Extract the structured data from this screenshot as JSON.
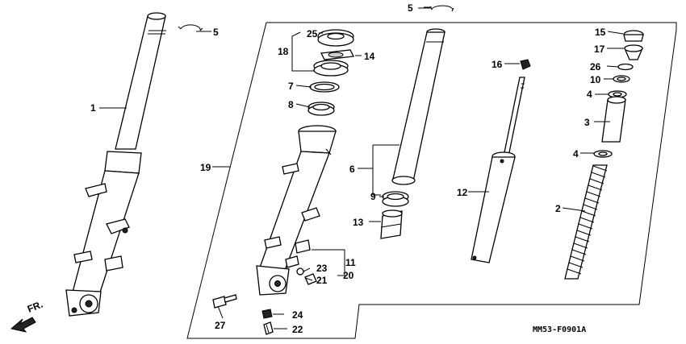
{
  "diagram": {
    "callouts": {
      "p1": "1",
      "p2": "2",
      "p3": "3",
      "p4a": "4",
      "p4b": "4",
      "p5a": "5",
      "p5b": "5",
      "p6": "6",
      "p7": "7",
      "p8": "8",
      "p9": "9",
      "p10": "10",
      "p11": "11",
      "p12": "12",
      "p13": "13",
      "p14": "14",
      "p15": "15",
      "p16": "16",
      "p17": "17",
      "p18": "18",
      "p19": "19",
      "p20": "20",
      "p21": "21",
      "p22": "22",
      "p23": "23",
      "p24": "24",
      "p25": "25",
      "p26": "26",
      "p27": "27"
    },
    "direction_label": "FR.",
    "drawing_code": "MM53-F0901A"
  }
}
